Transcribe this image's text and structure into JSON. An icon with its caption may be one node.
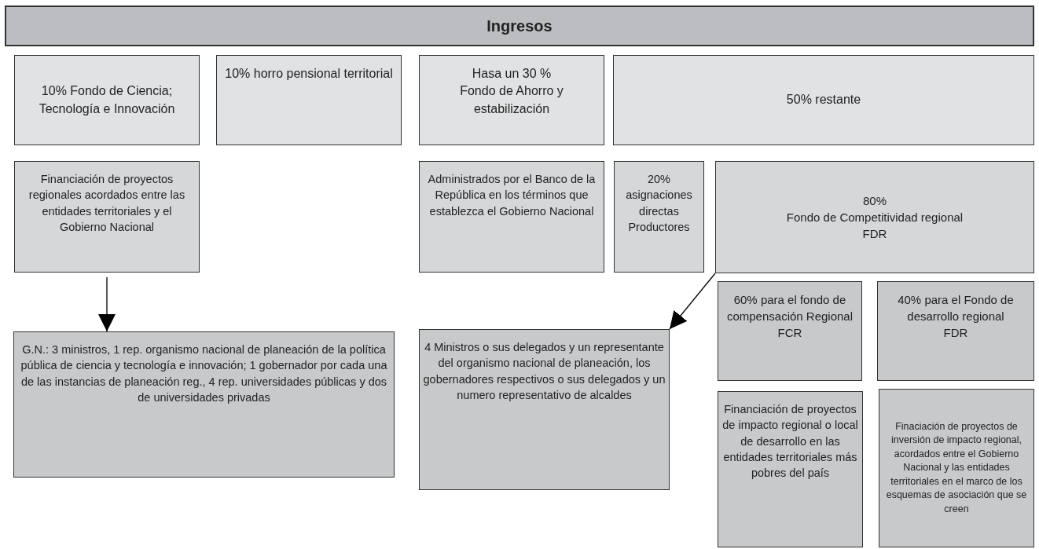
{
  "diagram": {
    "nodes": [
      {
        "text": [
          "Ingresos"
        ]
      },
      {
        "text": [
          "10% Fondo de Ciencia; Tecnología e Innovación"
        ]
      },
      {
        "text": [
          "10% horro pensional territorial"
        ]
      },
      {
        "text": [
          "Hasa un 30 %",
          "Fondo de Ahorro y estabilización"
        ]
      },
      {
        "text": [
          "50% restante"
        ]
      },
      {
        "text": [
          "Financiación de proyectos regionales acordados entre las entidades territoriales y el Gobierno Nacional"
        ]
      },
      {
        "text": [
          "Administrados por el Banco de la República en los términos que establezca el Gobierno Nacional"
        ]
      },
      {
        "text": [
          "20% asignaciones directas Productores"
        ]
      },
      {
        "text": [
          "80%",
          "Fondo de Competitividad regional",
          "FDR"
        ]
      },
      {
        "text": [
          "G.N.: 3 ministros, 1 rep. organismo nacional de planeación de la política pública de ciencia y tecnología e innovación; 1 gobernador por cada una de las instancias de planeación reg., 4 rep. universidades públicas y dos de universidades privadas"
        ]
      },
      {
        "text": [
          "4 Ministros o sus delegados y un representante del organismo nacional de planeación, los gobernadores respectivos o sus delegados y un numero representativo de alcaldes"
        ]
      },
      {
        "text": [
          "60% para el fondo de compensación Regional",
          "FCR"
        ]
      },
      {
        "text": [
          "40% para el Fondo de desarrollo regional",
          "FDR"
        ]
      },
      {
        "text": [
          "Financiación de proyectos de impacto regional o local de desarrollo en las entidades territoriales más pobres del país"
        ]
      },
      {
        "text": [
          "Finaciación de proyectos de inversión de impacto regional, acordados entre el Gobierno Nacional y las entidades territoriales en el marco de los esquemas de asociación que se creen"
        ]
      }
    ],
    "edges": [
      {
        "from": 5,
        "to": 9,
        "arrow": "to"
      },
      {
        "from": 8,
        "to": 10,
        "arrow": "to"
      }
    ]
  }
}
